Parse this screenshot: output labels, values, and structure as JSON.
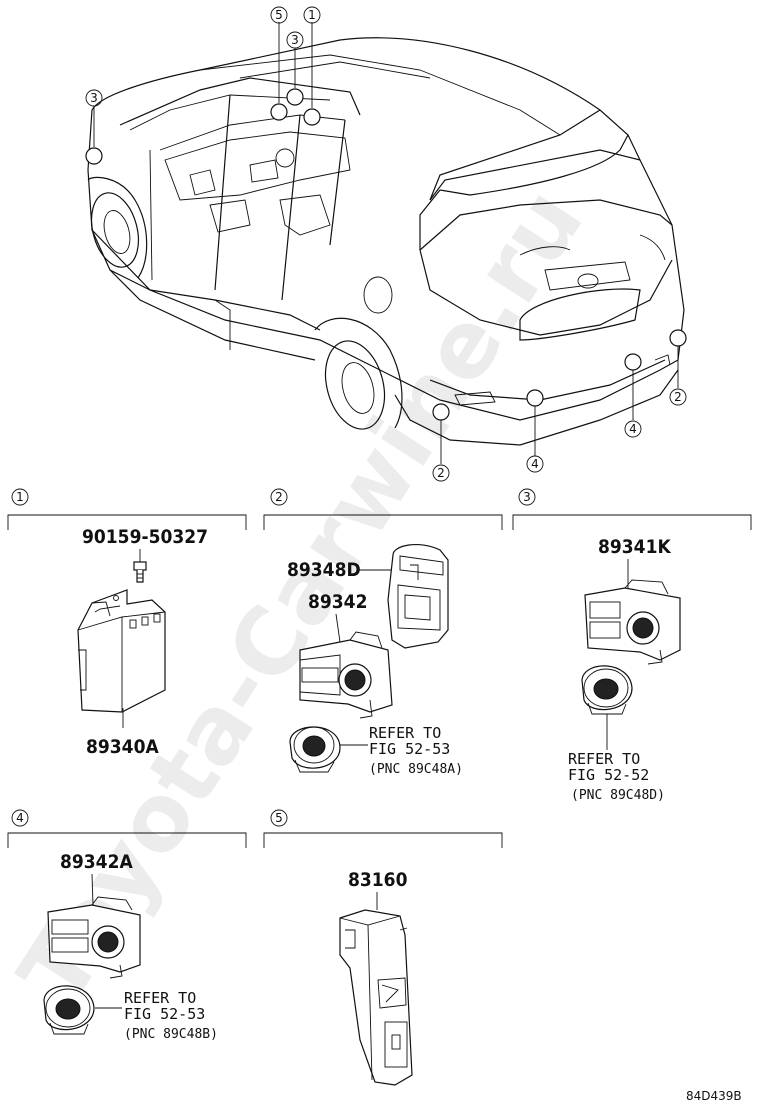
{
  "watermark": "Toyota-Carwine.ru",
  "car_callouts": {
    "c5": "5",
    "c3a": "3",
    "c1": "1",
    "c3b": "3",
    "c2a": "2",
    "c2b": "2",
    "c4a": "4",
    "c4b": "4"
  },
  "sections": [
    {
      "num": "1"
    },
    {
      "num": "2"
    },
    {
      "num": "3"
    },
    {
      "num": "4"
    },
    {
      "num": "5"
    }
  ],
  "parts": {
    "bolt": "90159-50327",
    "computer": "89340A",
    "sensor_2": "89342",
    "retainer_2": "89348D",
    "sensor_3": "89341K",
    "sensor_4": "89342A",
    "part_5": "83160"
  },
  "refs": {
    "r2_line1": "REFER TO",
    "r2_line2": "FIG 52-53",
    "r2_pnc": "(PNC 89C48A)",
    "r3_line1": "REFER TO",
    "r3_line2": "FIG 52-52",
    "r3_pnc": "(PNC 89C48D)",
    "r4_line1": "REFER TO",
    "r4_line2": "FIG 52-53",
    "r4_pnc": "(PNC 89C48B)"
  },
  "diagram_code": "84D439B"
}
